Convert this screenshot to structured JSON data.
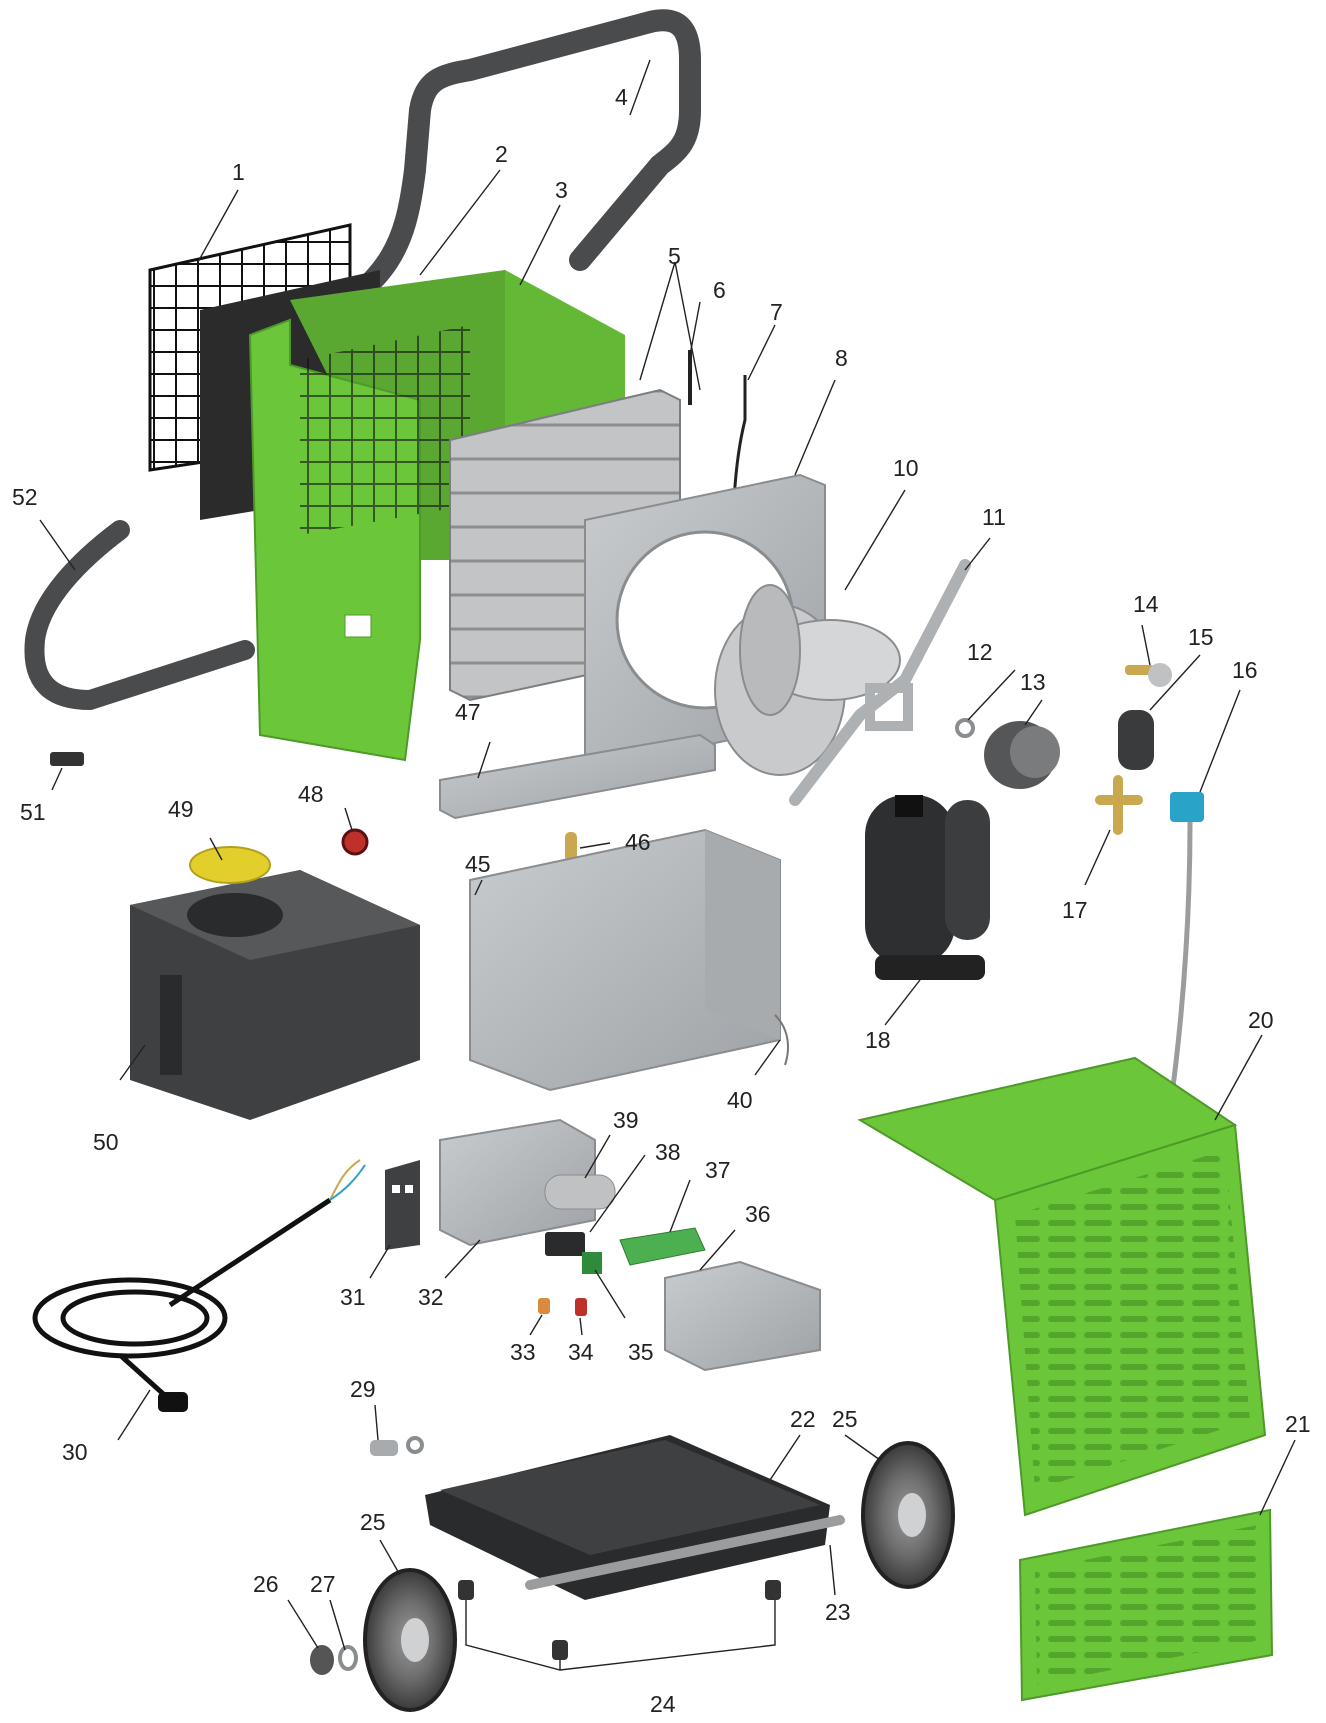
{
  "diagram": {
    "callouts": {
      "c1": "1",
      "c2": "2",
      "c3": "3",
      "c4": "4",
      "c5": "5",
      "c6": "6",
      "c7": "7",
      "c8": "8",
      "c10": "10",
      "c11": "11",
      "c12": "12",
      "c13": "13",
      "c14": "14",
      "c15": "15",
      "c16": "16",
      "c17": "17",
      "c18": "18",
      "c20": "20",
      "c21": "21",
      "c22": "22",
      "c23": "23",
      "c24": "24",
      "c25a": "25",
      "c25b": "25",
      "c26": "26",
      "c27": "27",
      "c29": "29",
      "c30": "30",
      "c31": "31",
      "c32": "32",
      "c33": "33",
      "c34": "34",
      "c35": "35",
      "c36": "36",
      "c37": "37",
      "c38": "38",
      "c39": "39",
      "c40": "40",
      "c45": "45",
      "c46": "46",
      "c47": "47",
      "c48": "48",
      "c49": "49",
      "c50": "50",
      "c51": "51",
      "c52": "52"
    },
    "colors": {
      "housing_green": "#6cc63a",
      "housing_green_dark": "#4e9a28",
      "metal": "#b9bcbf",
      "metal_dark": "#8a8d90",
      "dark_plastic": "#3f4042",
      "filter_black": "#2b2b2b",
      "accent_yellow": "#e3cf2c",
      "accent_blue": "#2aa3c9",
      "accent_red": "#c0302a",
      "label_text": "#222222"
    }
  }
}
